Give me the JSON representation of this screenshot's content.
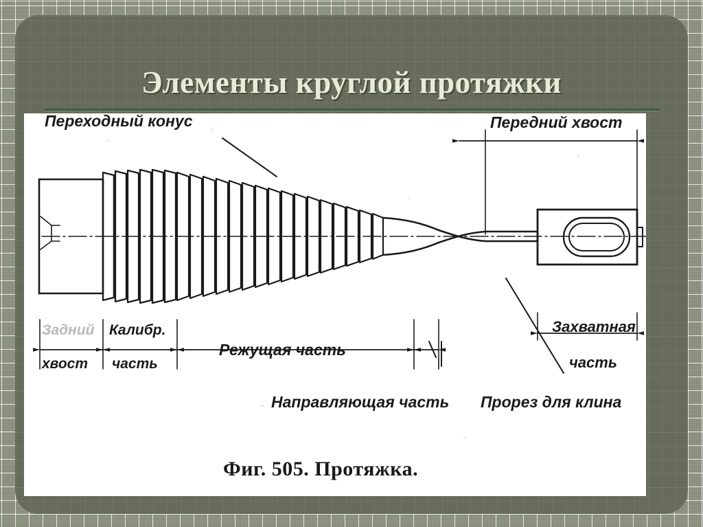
{
  "slide": {
    "title": "Элементы круглой протяжки",
    "accent_color": "#3b5a3b",
    "title_color": "#e8ecd7",
    "panel_color": "#656a59",
    "border_color": "#8e9080",
    "figure_background": "#ffffff",
    "ink_color": "#1a1a1a"
  },
  "figure": {
    "caption": "Фиг. 505. Протяжка.",
    "labels": {
      "transition_cone": "Переходный конус",
      "front_shank": "Передний хвост",
      "rear_shank_line1": "Задний",
      "rear_shank_line2": "хвост",
      "calibrating_line1": "Калибр.",
      "calibrating_line2": "часть",
      "cutting_part": "Режущая часть",
      "guiding_part": "Направляющая часть",
      "wedge_slot": "Прорез для клина",
      "gripping_line1": "Захватная",
      "gripping_line2": "часть"
    }
  }
}
